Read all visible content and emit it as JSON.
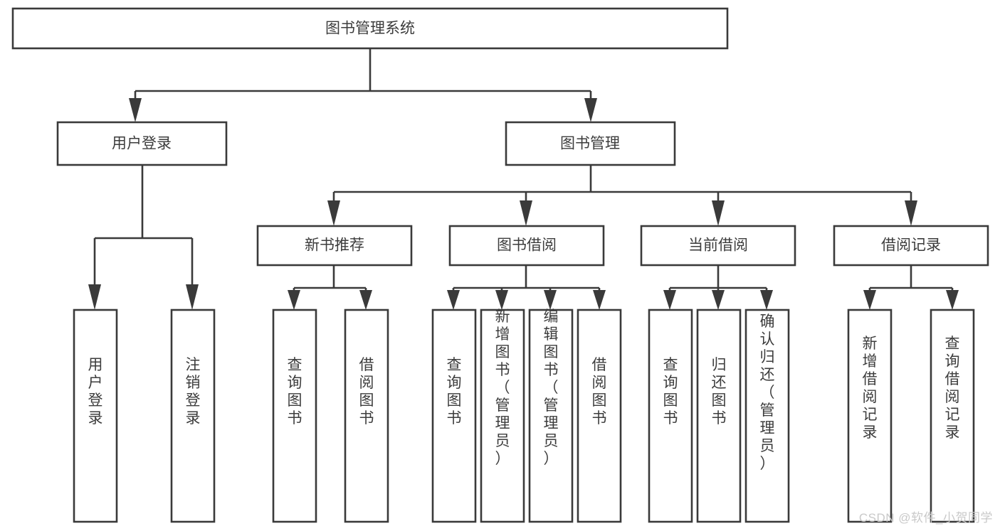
{
  "diagram": {
    "type": "tree-hierarchy",
    "title": "图书管理系统",
    "orientation": "top-down",
    "watermark": "CSDN @软件_小贺同学",
    "colors": {
      "box_stroke": "#3a3a3a",
      "box_fill": "#ffffff",
      "text": "#3c3c3c",
      "connector": "#3a3a3a",
      "watermark": "#c9c9c9",
      "background": "#ffffff"
    },
    "root": {
      "label": "图书管理系统"
    },
    "level2": [
      {
        "label": "用户登录"
      },
      {
        "label": "图书管理"
      }
    ],
    "level3": [
      {
        "label": "新书推荐"
      },
      {
        "label": "图书借阅"
      },
      {
        "label": "当前借阅"
      },
      {
        "label": "借阅记录"
      }
    ],
    "leaves": {
      "user_login": [
        {
          "label": "用户登录"
        },
        {
          "label": "注销登录"
        }
      ],
      "new_book_recommend": [
        {
          "label": "查询图书"
        },
        {
          "label": "借阅图书"
        }
      ],
      "book_borrow": [
        {
          "label": "查询图书"
        },
        {
          "label": "新增图书（管理员）"
        },
        {
          "label": "编辑图书（管理员）"
        },
        {
          "label": "借阅图书"
        }
      ],
      "current_borrow": [
        {
          "label": "查询图书"
        },
        {
          "label": "归还图书"
        },
        {
          "label": "确认归还（管理员）"
        }
      ],
      "borrow_record": [
        {
          "label": "新增借阅记录"
        },
        {
          "label": "查询借阅记录"
        }
      ]
    }
  }
}
